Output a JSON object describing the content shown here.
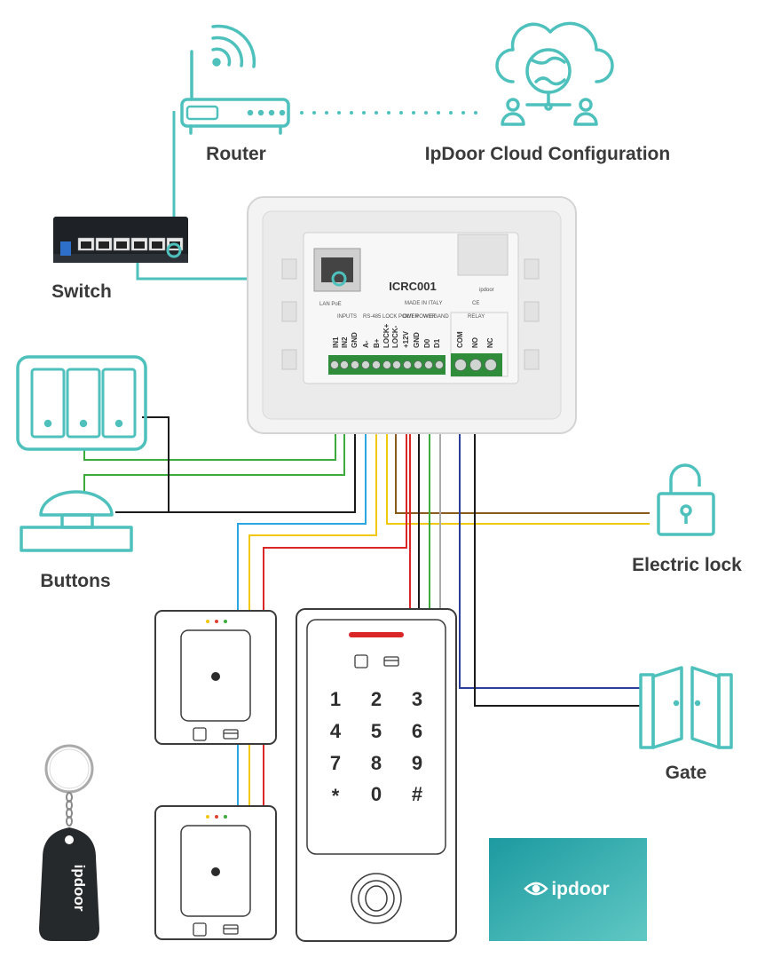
{
  "labels": {
    "router": "Router",
    "cloud": "IpDoor Cloud Configuration",
    "switch": "Switch",
    "buttons": "Buttons",
    "electric_lock": "Electric lock",
    "gate": "Gate"
  },
  "controller": {
    "model": "ICRC001",
    "port_label": "LAN PoE",
    "made_in": "MADE IN ITALY",
    "brand": "ipdoor",
    "cert": "CE",
    "group_labels": [
      "INPUTS",
      "RS-485",
      "LOCK POWER",
      "OUT POWER",
      "WIEGAND",
      "RELAY"
    ],
    "terminals": [
      "IN1",
      "IN2",
      "GND",
      "A-",
      "B+",
      "LOCK+",
      "LOCK-",
      "+12V",
      "GND",
      "D0",
      "D1",
      "COM",
      "NO",
      "NC"
    ]
  },
  "keypad": {
    "keys": [
      "1",
      "2",
      "3",
      "4",
      "5",
      "6",
      "7",
      "8",
      "9",
      "*",
      "0",
      "#"
    ]
  },
  "logo_card": {
    "brand": "ipdoor"
  },
  "keyfob": {
    "brand": "ipdoor"
  },
  "colors": {
    "teal": "#4fc1bd",
    "wire_green": "#3cab3c",
    "wire_black": "#1a1a1a",
    "wire_blue": "#2aa7e0",
    "wire_yellow": "#f2c80f",
    "wire_red": "#d92626",
    "wire_navy": "#2a3f9a",
    "wire_gray": "#aaaaaa",
    "wire_brown": "#8a5a1a"
  }
}
